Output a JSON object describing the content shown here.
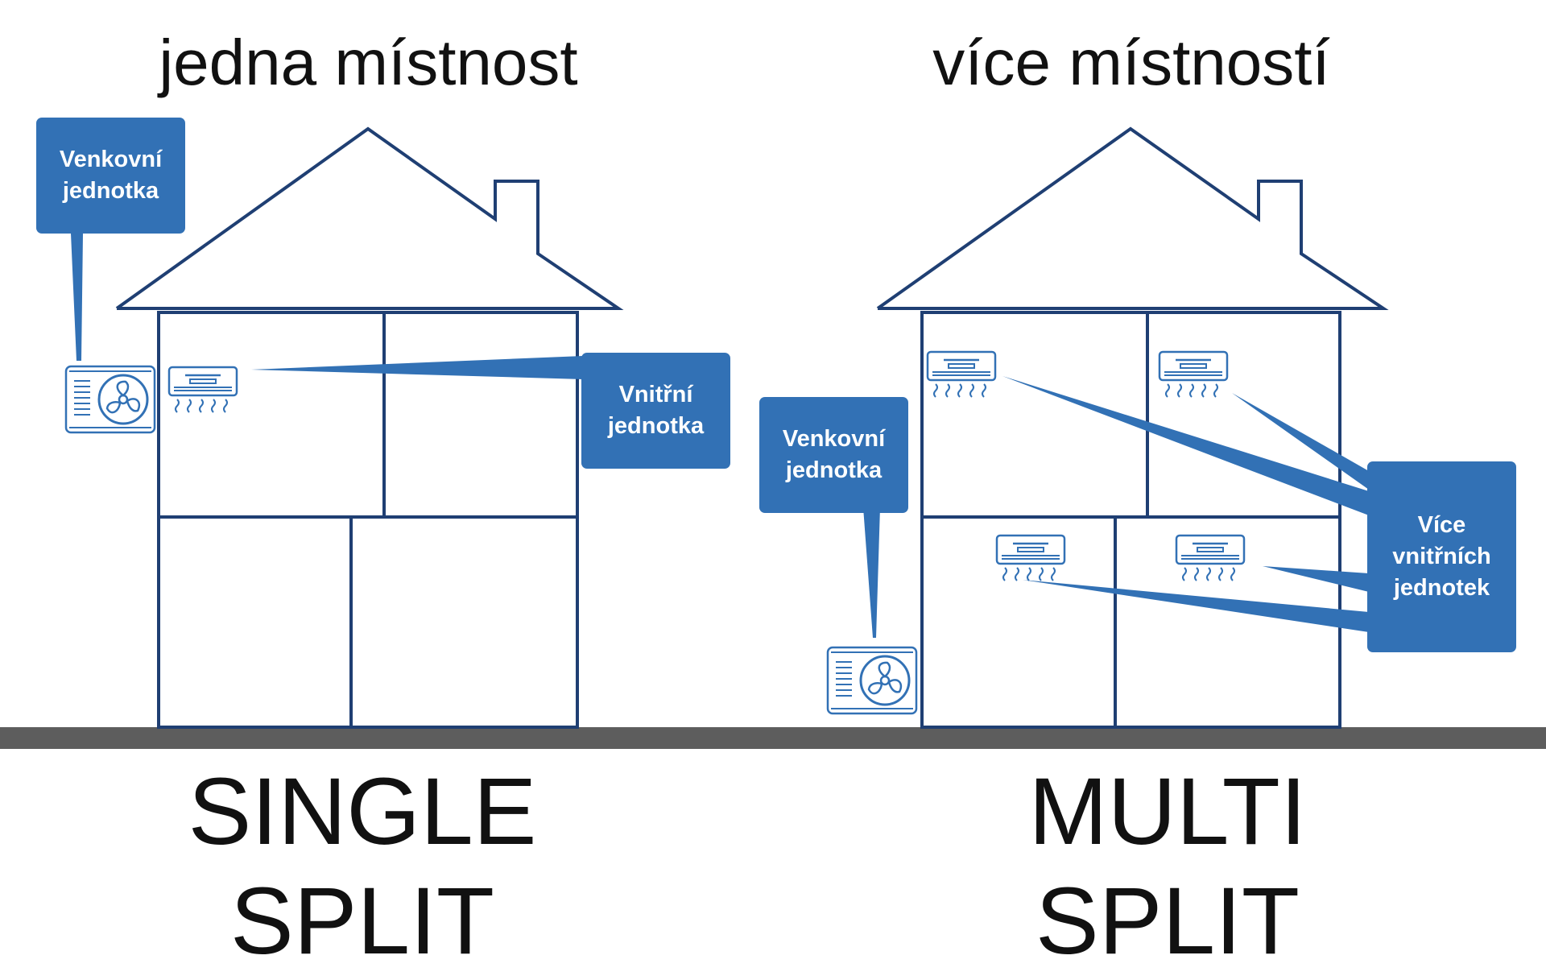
{
  "single": {
    "heading": "jedna místnost",
    "title": "SINGLE SPLIT",
    "outdoor_label": [
      "Venkovní",
      "jednotka"
    ],
    "indoor_label": [
      "Vnitřní",
      "jednotka"
    ]
  },
  "multi": {
    "heading": "více místností",
    "title": "MULTI SPLIT",
    "outdoor_label": [
      "Venkovní",
      "jednotka"
    ],
    "indoor_label": [
      "Více",
      "vnitřních",
      "jednotek"
    ]
  },
  "colors": {
    "accent": "#3271b5",
    "outline": "#1f3f73",
    "ground": "#5d5d5d",
    "text": "#111111"
  },
  "icons": [
    "outdoor-unit-icon",
    "indoor-unit-icon"
  ]
}
